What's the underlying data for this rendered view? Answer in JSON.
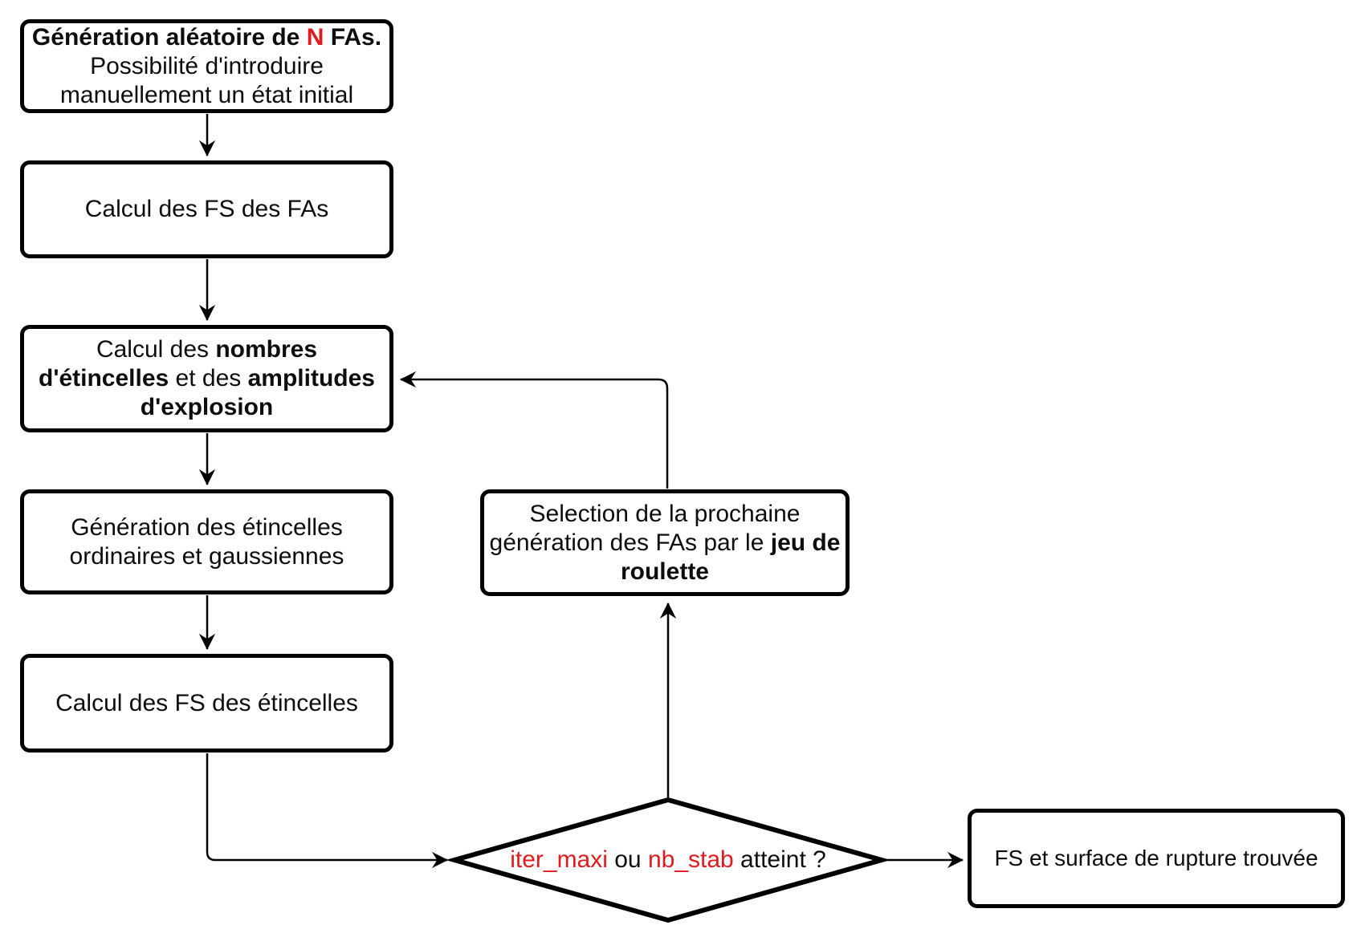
{
  "colors": {
    "accent_red": "#e01a1d",
    "stroke_black": "#000000",
    "text": "#0d0d0d",
    "background": "#ffffff"
  },
  "flowchart": {
    "boxes": {
      "generate": {
        "line1_pre": "Génération aléatoire de ",
        "line1_n": "N",
        "line1_post": " FAs.",
        "line2": "Possibilité d'introduire",
        "line3": "manuellement un état initial"
      },
      "calc_fs_fas": {
        "label": "Calcul des FS des FAs"
      },
      "calc_numbers": {
        "l1_reg": "Calcul des ",
        "l1_bold": "nombres",
        "l2_bold1": "d'étincelles",
        "l2_reg": " et des ",
        "l2_bold2": "amplitudes",
        "l3_bold": "d'explosion"
      },
      "gen_sparks": {
        "line1": "Génération des étincelles",
        "line2": "ordinaires et gaussiennes"
      },
      "calc_fs_sparks": {
        "label": "Calcul des FS des étincelles"
      },
      "selection": {
        "line1": "Selection de la prochaine",
        "line2_reg": "génération des FAs par le ",
        "line2_bold": "jeu de",
        "line3_bold": "roulette"
      },
      "result": {
        "label": "FS et surface de rupture trouvée"
      }
    },
    "decision": {
      "seg1_red": "iter_maxi",
      "seg2": " ou ",
      "seg3_red": "nb_stab",
      "seg4": " atteint ?"
    }
  }
}
